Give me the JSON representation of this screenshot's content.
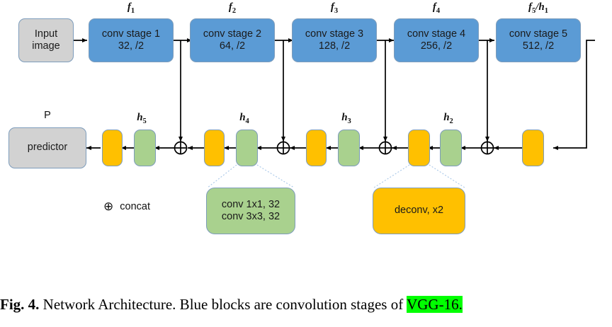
{
  "figure": {
    "title_label": "Network Architecture",
    "encoder": {
      "input_block": {
        "line1": "Input",
        "line2": "image"
      },
      "stages": [
        {
          "flabel": "f",
          "fsub": "1",
          "line1": "conv stage 1",
          "line2": "32, /2"
        },
        {
          "flabel": "f",
          "fsub": "2",
          "line1": "conv stage 2",
          "line2": "64, /2"
        },
        {
          "flabel": "f",
          "fsub": "3",
          "line1": "conv stage 3",
          "line2": "128, /2"
        },
        {
          "flabel": "f",
          "fsub": "4",
          "line1": "conv stage 4",
          "line2": "256, /2"
        },
        {
          "flabel": "f",
          "fsub": "5",
          "flabel2": "/h",
          "fsub2": "1",
          "line1": "conv stage 5",
          "line2": "512, /2"
        }
      ]
    },
    "decoder": {
      "predictor_label": "P",
      "predictor_text": "predictor",
      "h_labels": [
        {
          "name": "h",
          "sub": "2"
        },
        {
          "name": "h",
          "sub": "3"
        },
        {
          "name": "h",
          "sub": "4"
        },
        {
          "name": "h",
          "sub": "5"
        }
      ]
    },
    "legend": {
      "concat_symbol": "⊕",
      "concat_text": "concat",
      "green_box": {
        "line1": "conv 1x1, 32",
        "line2": "conv 3x3, 32"
      },
      "orange_box": {
        "line1": "deconv, x2"
      }
    },
    "colors": {
      "conv_blue": "#5b9bd5",
      "gray": "#d2d2d2",
      "orange": "#ffc000",
      "green": "#a9d18e",
      "border": "#7d9cbb",
      "arrow": "#000000",
      "callout_dash": "#a8c7e8",
      "highlight": "#00ff00"
    }
  },
  "caption": {
    "fig_number": "Fig. 4.",
    "text": " Network Architecture. Blue blocks are convolution stages of ",
    "highlighted": "VGG-16."
  }
}
